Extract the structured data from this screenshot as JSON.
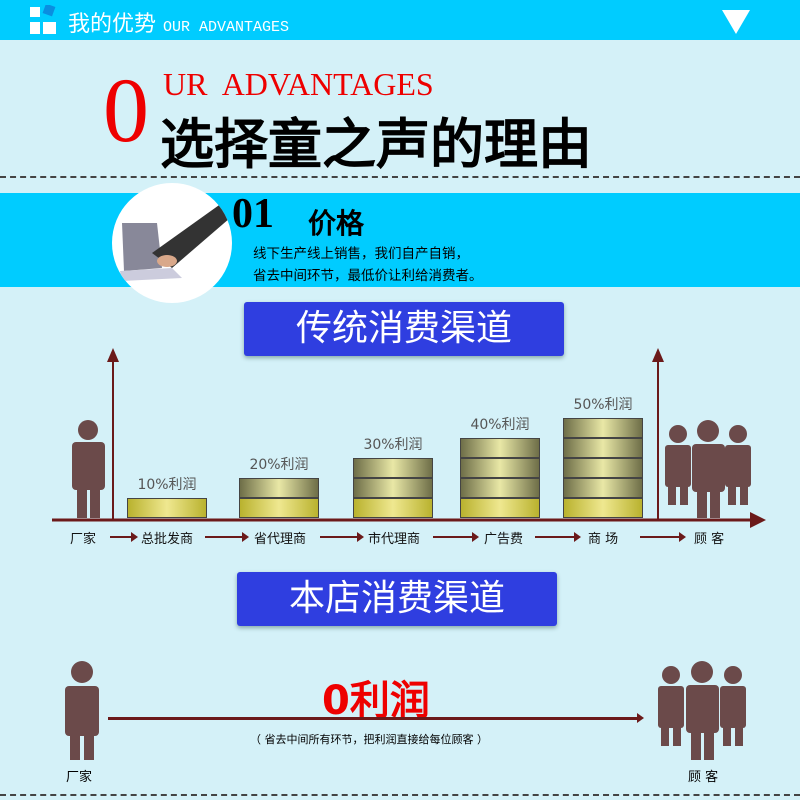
{
  "header": {
    "title": "我的优势",
    "title_en": "OUR ADVANTAGES",
    "menu_icon": "triangle-down-icon"
  },
  "hero": {
    "big_letter": "0",
    "en": "UR  ADVANTAGES",
    "title": "选择童之声的理由"
  },
  "feature": {
    "number": "01",
    "title": "价格",
    "lines": [
      "线下生产线上销售，我们自产自销，",
      "省去中间环节，最低价让利给消费者。"
    ]
  },
  "traditional": {
    "title": "传统消费渠道",
    "bars": [
      {
        "label": "10%利润",
        "profit_pct": 10
      },
      {
        "label": "20%利润",
        "profit_pct": 20
      },
      {
        "label": "30%利润",
        "profit_pct": 30
      },
      {
        "label": "40%利润",
        "profit_pct": 40
      },
      {
        "label": "50%利润",
        "profit_pct": 50
      }
    ],
    "chain": [
      "厂家",
      "总批发商",
      "省代理商",
      "市代理商",
      "广告费",
      "商 场",
      "顾 客"
    ]
  },
  "store": {
    "title": "本店消费渠道",
    "profit": "0利润",
    "note": "（ 省去中间所有环节，把利润直接给每位顾客 ）",
    "from": "厂家",
    "to": "顾 客"
  },
  "colors": {
    "header": "#00ccff",
    "chip": "#2f3ee0",
    "red": "#ee0000",
    "person": "#6b4a4a",
    "arrow": "#6b1a1a"
  }
}
